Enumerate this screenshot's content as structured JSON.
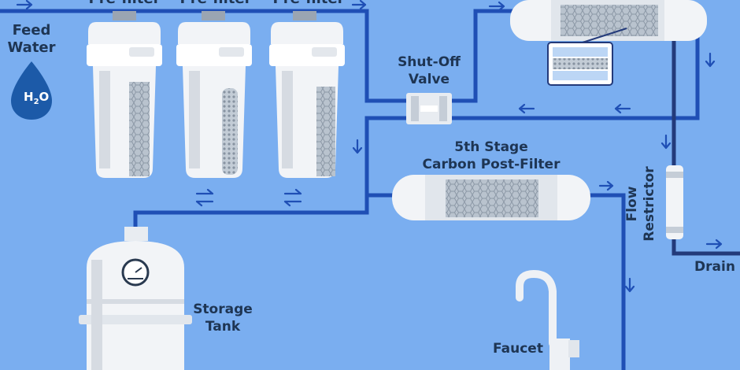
{
  "labels": {
    "feed_water_line1": "Feed",
    "feed_water_line2": "Water",
    "h2o_main": "H",
    "h2o_sub": "2",
    "h2o_end": "O",
    "prefilter_1": "Pre-filter",
    "prefilter_2": "Pre-filter",
    "prefilter_3": "Pre-filter",
    "shutoff_line1": "Shut-Off",
    "shutoff_line2": "Valve",
    "post_filter_line1": "5th Stage",
    "post_filter_line2": "Carbon Post-Filter",
    "flow_line1": "Flow",
    "flow_line2": "Restrictor",
    "drain": "Drain",
    "tank_line1": "Storage",
    "tank_line2": "Tank",
    "faucet": "Faucet"
  },
  "colors": {
    "background": "#7aaef0",
    "pipe_blue": "#1f4fb5",
    "pipe_dark": "#233a7a",
    "text": "#1e3553",
    "housing": "#f2f4f7",
    "housing_shade": "#d6dbe2",
    "mesh": "#a9b4c0",
    "drop": "#1c5aa8"
  },
  "icons": [
    "water-drop-icon",
    "pressure-gauge-icon",
    "arrow-right-icon",
    "arrow-left-icon",
    "arrow-down-icon",
    "bidirectional-arrow-icon"
  ]
}
